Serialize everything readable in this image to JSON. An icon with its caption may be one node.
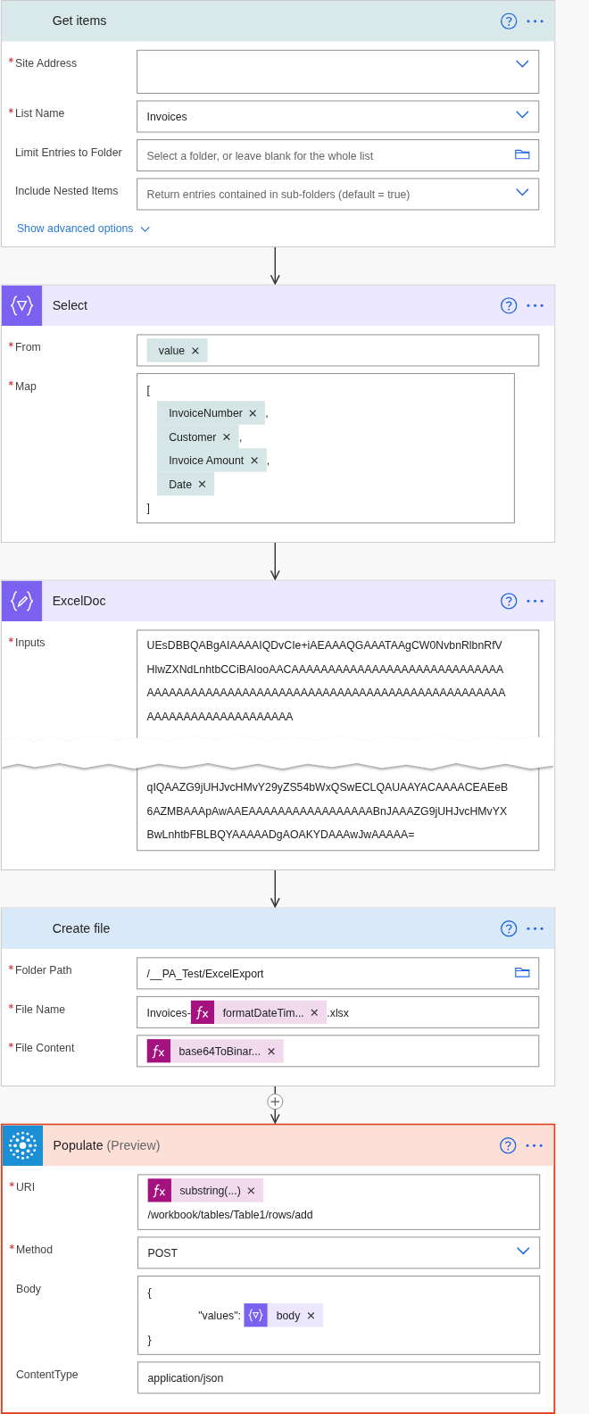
{
  "diagram": {
    "nodes": [
      {
        "text": [
          "Get items",
          "Site Address",
          "List Name",
          "Invoices",
          "Limit Entries to Folder",
          "Select a folder, or leave blank for the whole list",
          "Include Nested Items",
          "Return entries contained in sub-folders (default = true)",
          "Show advanced options"
        ]
      },
      {
        "text": [
          "Select",
          "From",
          "value",
          "Map",
          "[",
          "InvoiceNumber",
          ",",
          "Customer",
          ",",
          "Invoice Amount",
          ",",
          "Date",
          "]"
        ]
      },
      {
        "text": [
          "ExcelDoc",
          "Inputs",
          "UEsDBBQABgAIAAAAIQDvCIe+iAEAAAQGAAATAAgCW0NvbnRlbnRfVHlwZXNdLnhtbCCiBAIooAACAAAAAAAAAAAAAAAAAAAAAAAAAAAAAAAAAAAAAAAAAAAAAAAAAAAAAAAAAAAAAAAAAAAAAAAAAAAAAAAAAAAAAAAAAAAAAAAAAA",
          "qIQAAZG9jUHJvcHMvY29yZS54bWxQSwECLQAUAAYACAAAACEAEeB6AZMBAAApAwAAEAAAAAAAAAAAAAAAAABnJAAAZG9jUHJvcHMvYXBwLnhtbFBLBQYAAAAADgAOAKYDAAAwJwAAAAA="
        ]
      },
      {
        "text": [
          "Create file",
          "Folder Path",
          "/__PA_Test/ExcelExport",
          "File Name",
          "Invoices-",
          "formatDateTim...",
          ".xlsx",
          "File Content",
          "base64ToBinar..."
        ]
      },
      {
        "text": [
          "Populate",
          "(Preview)",
          "URI",
          "substring(...)",
          "/workbook/tables/Table1/rows/add",
          "Method",
          "POST",
          "Body",
          "{",
          "\"values\":",
          "body",
          "}",
          "ContentType",
          "application/json"
        ]
      }
    ],
    "edges": [
      {
        "from": 0,
        "to": 1,
        "arrow": "to"
      },
      {
        "from": 1,
        "to": 2,
        "arrow": "to"
      },
      {
        "from": 2,
        "to": 3,
        "arrow": "to"
      },
      {
        "from": 3,
        "to": 4,
        "arrow": "to"
      }
    ]
  }
}
